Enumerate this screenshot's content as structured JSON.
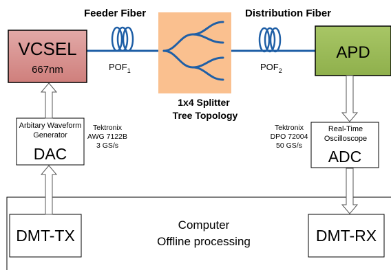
{
  "labels": {
    "feeder_fiber": "Feeder Fiber",
    "distribution_fiber": "Distribution Fiber",
    "pof1_base": "POF",
    "pof1_sub": "1",
    "pof2_base": "POF",
    "pof2_sub": "2",
    "splitter_line1": "1x4 Splitter",
    "splitter_line2": "Tree Topology"
  },
  "blocks": {
    "vcsel_title": "VCSEL",
    "vcsel_wavelength": "667nm",
    "apd": "APD",
    "dac_caption_line1": "Arbitary Waveform",
    "dac_caption_line2": "Generator",
    "dac": "DAC",
    "adc_caption_line1": "Real-Time",
    "adc_caption_line2": "Oscilloscope",
    "adc": "ADC",
    "dmt_tx": "DMT-TX",
    "dmt_rx": "DMT-RX"
  },
  "instruments": {
    "awg_line1": "Tektronix",
    "awg_line2": "AWG 7122B",
    "awg_line3": "3 GS/s",
    "dpo_line1": "Tektronix",
    "dpo_line2": "DPO 72004",
    "dpo_line3": "50 GS/s"
  },
  "computer": {
    "line1": "Computer",
    "line2": "Offline processing"
  },
  "colors": {
    "vcsel_fill": "#d99694",
    "apd_fill": "#9bbb59",
    "splitter_fill": "#fac08f",
    "fiber": "#1f5fa6"
  }
}
